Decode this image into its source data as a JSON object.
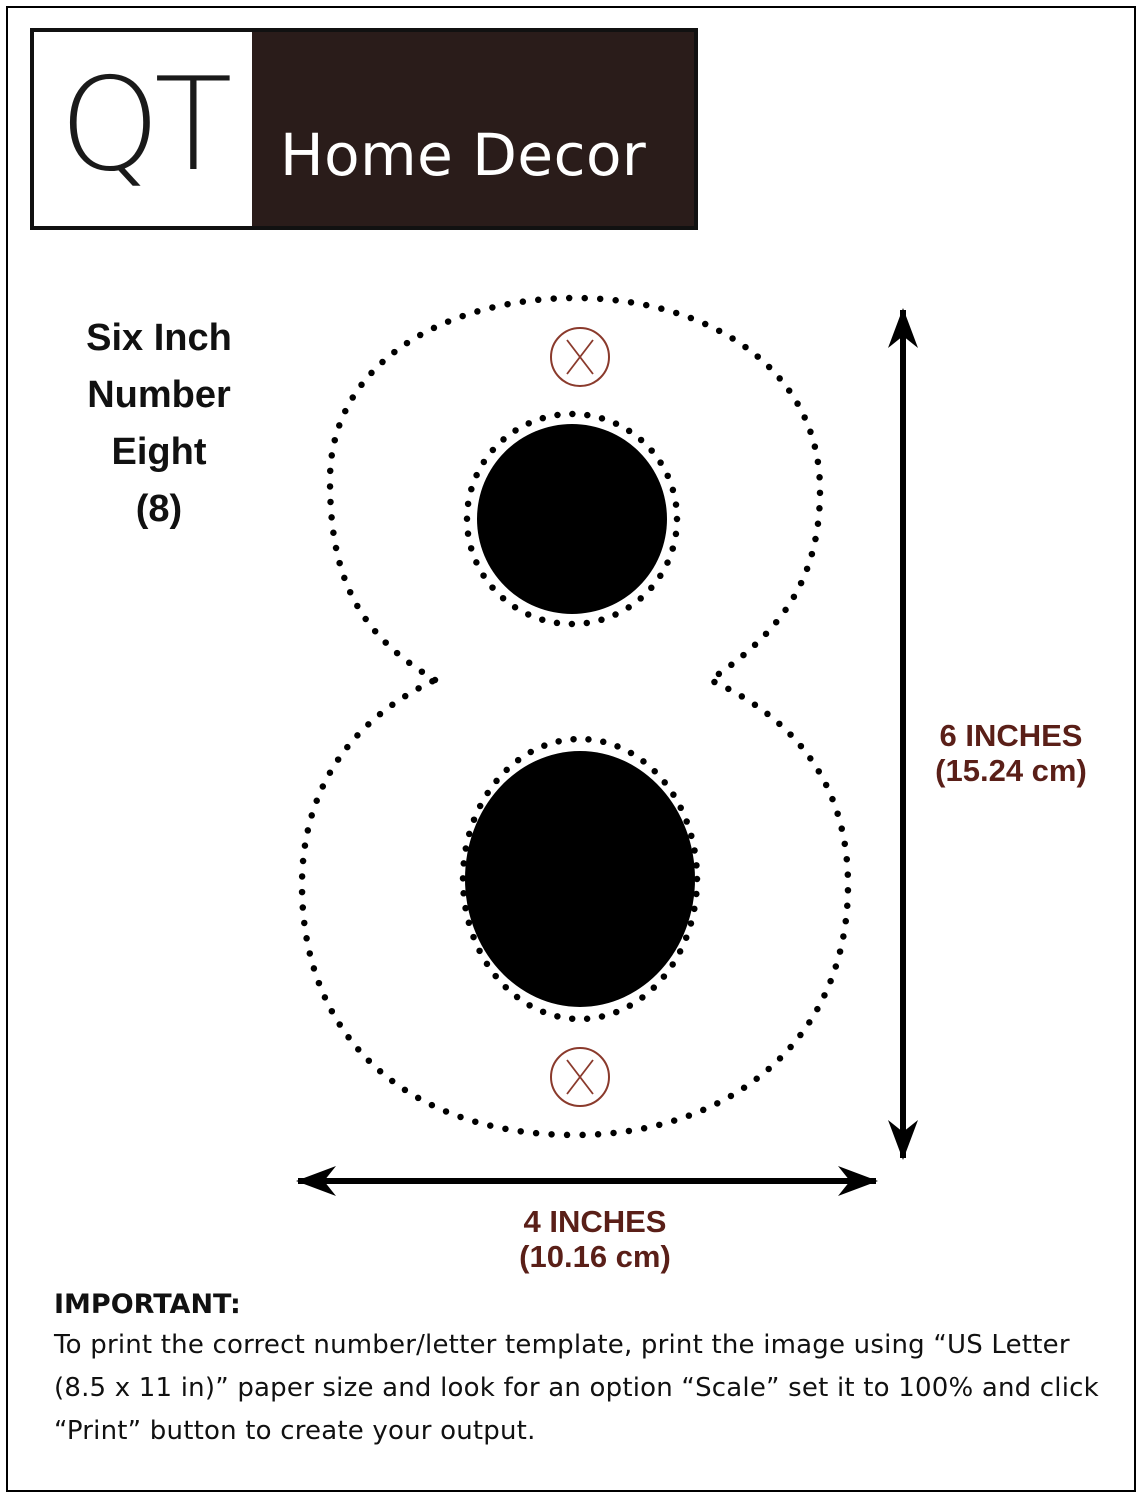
{
  "logo": {
    "mark": "QT",
    "name": "Home Decor"
  },
  "title": {
    "lines": [
      "Six Inch",
      "Number",
      "Eight",
      "(8)"
    ]
  },
  "dimensions": {
    "height": {
      "primary": "6 INCHES",
      "secondary": "(15.24 cm)"
    },
    "width": {
      "primary": "4 INCHES",
      "secondary": "(10.16 cm)"
    }
  },
  "important": {
    "heading": "IMPORTANT:",
    "body": "To print the correct number/letter template, print the image using “US Letter (8.5 x 11 in)” paper size and look for an option “Scale” set it to 100% and click “Print” button to create your output."
  },
  "colors": {
    "logo_background": "#2a1c1a",
    "dimension_text": "#5a1f18",
    "mount_marker": "#8a3a2c"
  }
}
